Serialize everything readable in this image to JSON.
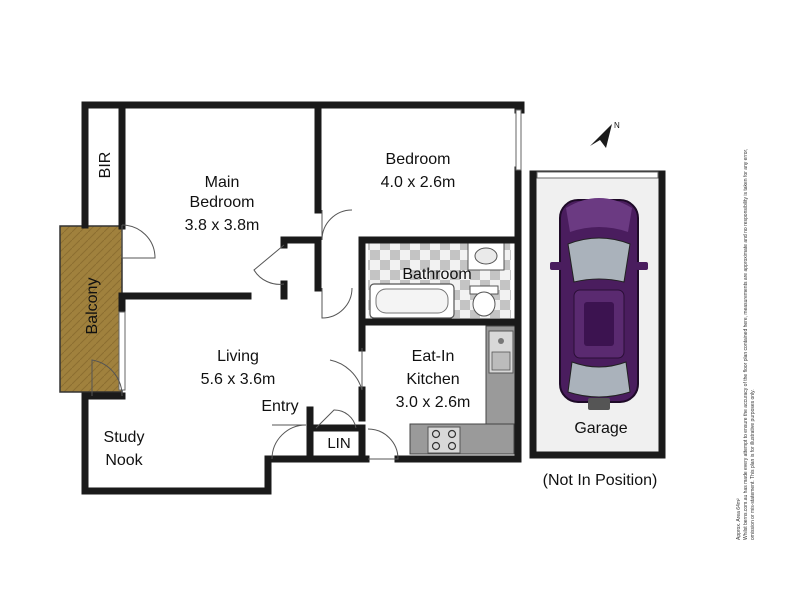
{
  "rooms": {
    "bir": "BIR",
    "main_bedroom": {
      "name_line1": "Main",
      "name_line2": "Bedroom",
      "size": "3.8 x 3.8m"
    },
    "bedroom": {
      "name": "Bedroom",
      "size": "4.0 x 2.6m"
    },
    "bathroom": "Bathroom",
    "balcony": "Balcony",
    "living": {
      "name": "Living",
      "size": "5.6 x 3.6m"
    },
    "entry": "Entry",
    "study": {
      "line1": "Study",
      "line2": "Nook"
    },
    "kitchen": {
      "line1": "Eat-In",
      "line2": "Kitchen",
      "size": "3.0 x 2.6m"
    },
    "lin": "LIN",
    "garage": "Garage"
  },
  "garage_note": "(Not In Position)",
  "north_label": "N",
  "disclaimer": {
    "line1": "Approx. Area 64m²",
    "line2": "Whilst berns.com.au has made every attempt to ensure the accuracy of the floor plan contained here, measurements are approximate and no responsibility is taken for any error,",
    "line3": "omission or mis-statement. This plan is for illustrative purposes only."
  },
  "colors": {
    "wall": "#1a1a1a",
    "balcony": "#a0813d",
    "tile_dark": "#c4c4c4",
    "tile_light": "#f2f2f2",
    "garage_floor": "#f0f0f0",
    "bench": "#9a9a9a",
    "car": "#4a1d5e"
  }
}
